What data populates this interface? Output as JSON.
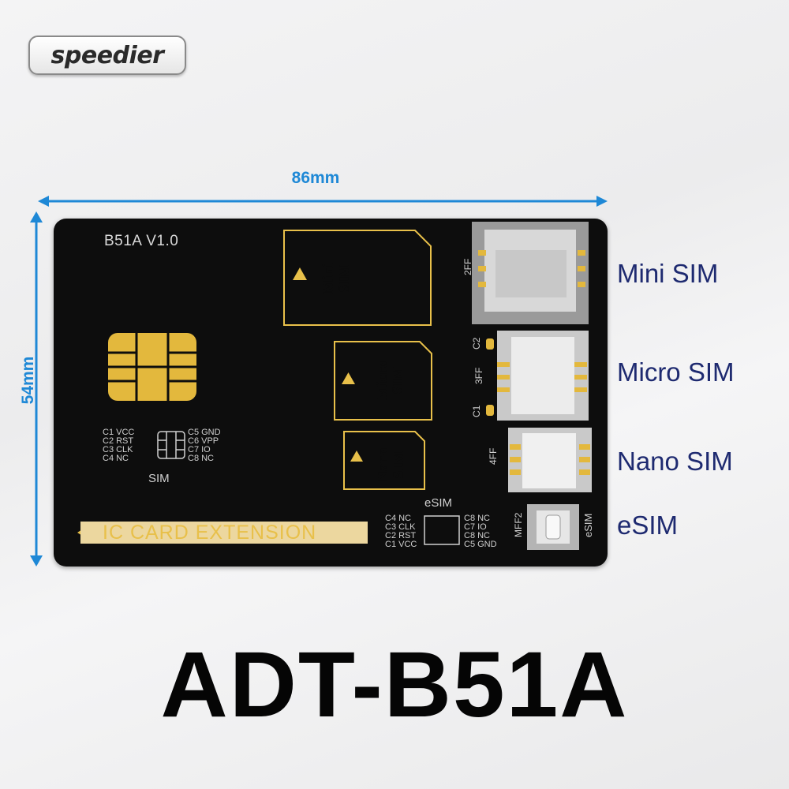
{
  "brand": {
    "logo_text": "speedier"
  },
  "dimensions": {
    "width": "86mm",
    "height": "54mm"
  },
  "card": {
    "model_version": "B51A  V1.0",
    "chip_pins_left": [
      "C1 VCC",
      "C2 RST",
      "C3 CLK",
      "C4 NC"
    ],
    "chip_pins_right": [
      "C5 GND",
      "C6 VPP",
      "C7 IO",
      "C8 NC"
    ],
    "chip_label": "SIM",
    "slot_labels": {
      "mini": [
        "Mini",
        "SIM"
      ],
      "micro": [
        "Micro",
        "SIM"
      ],
      "nano": [
        "Nano",
        "SIM"
      ]
    },
    "extension_label": "IC CARD EXTENSION",
    "esim_label": "eSIM",
    "esim_pins_left": [
      "C4 NC",
      "C3 CLK",
      "C2 RST",
      "C1 VCC"
    ],
    "esim_pins_right": [
      "C8 NC",
      "C7 IO",
      "C8 NC",
      "C5 GND"
    ],
    "connector_codes": {
      "c2": "C2",
      "c1": "C1",
      "ff2": "2FF",
      "ff3": "3FF",
      "ff4": "4FF",
      "mff2": "MFF2",
      "esim_side": "eSIM"
    }
  },
  "side_labels": {
    "mini": "Mini SIM",
    "micro": "Micro SIM",
    "nano": "Nano SIM",
    "esim": "eSIM"
  },
  "model": "ADT-B51A",
  "colors": {
    "dimension_blue": "#1e88d6",
    "label_navy": "#1e2a70",
    "gold": "#e8c04a",
    "card_black": "#0d0d0d"
  }
}
